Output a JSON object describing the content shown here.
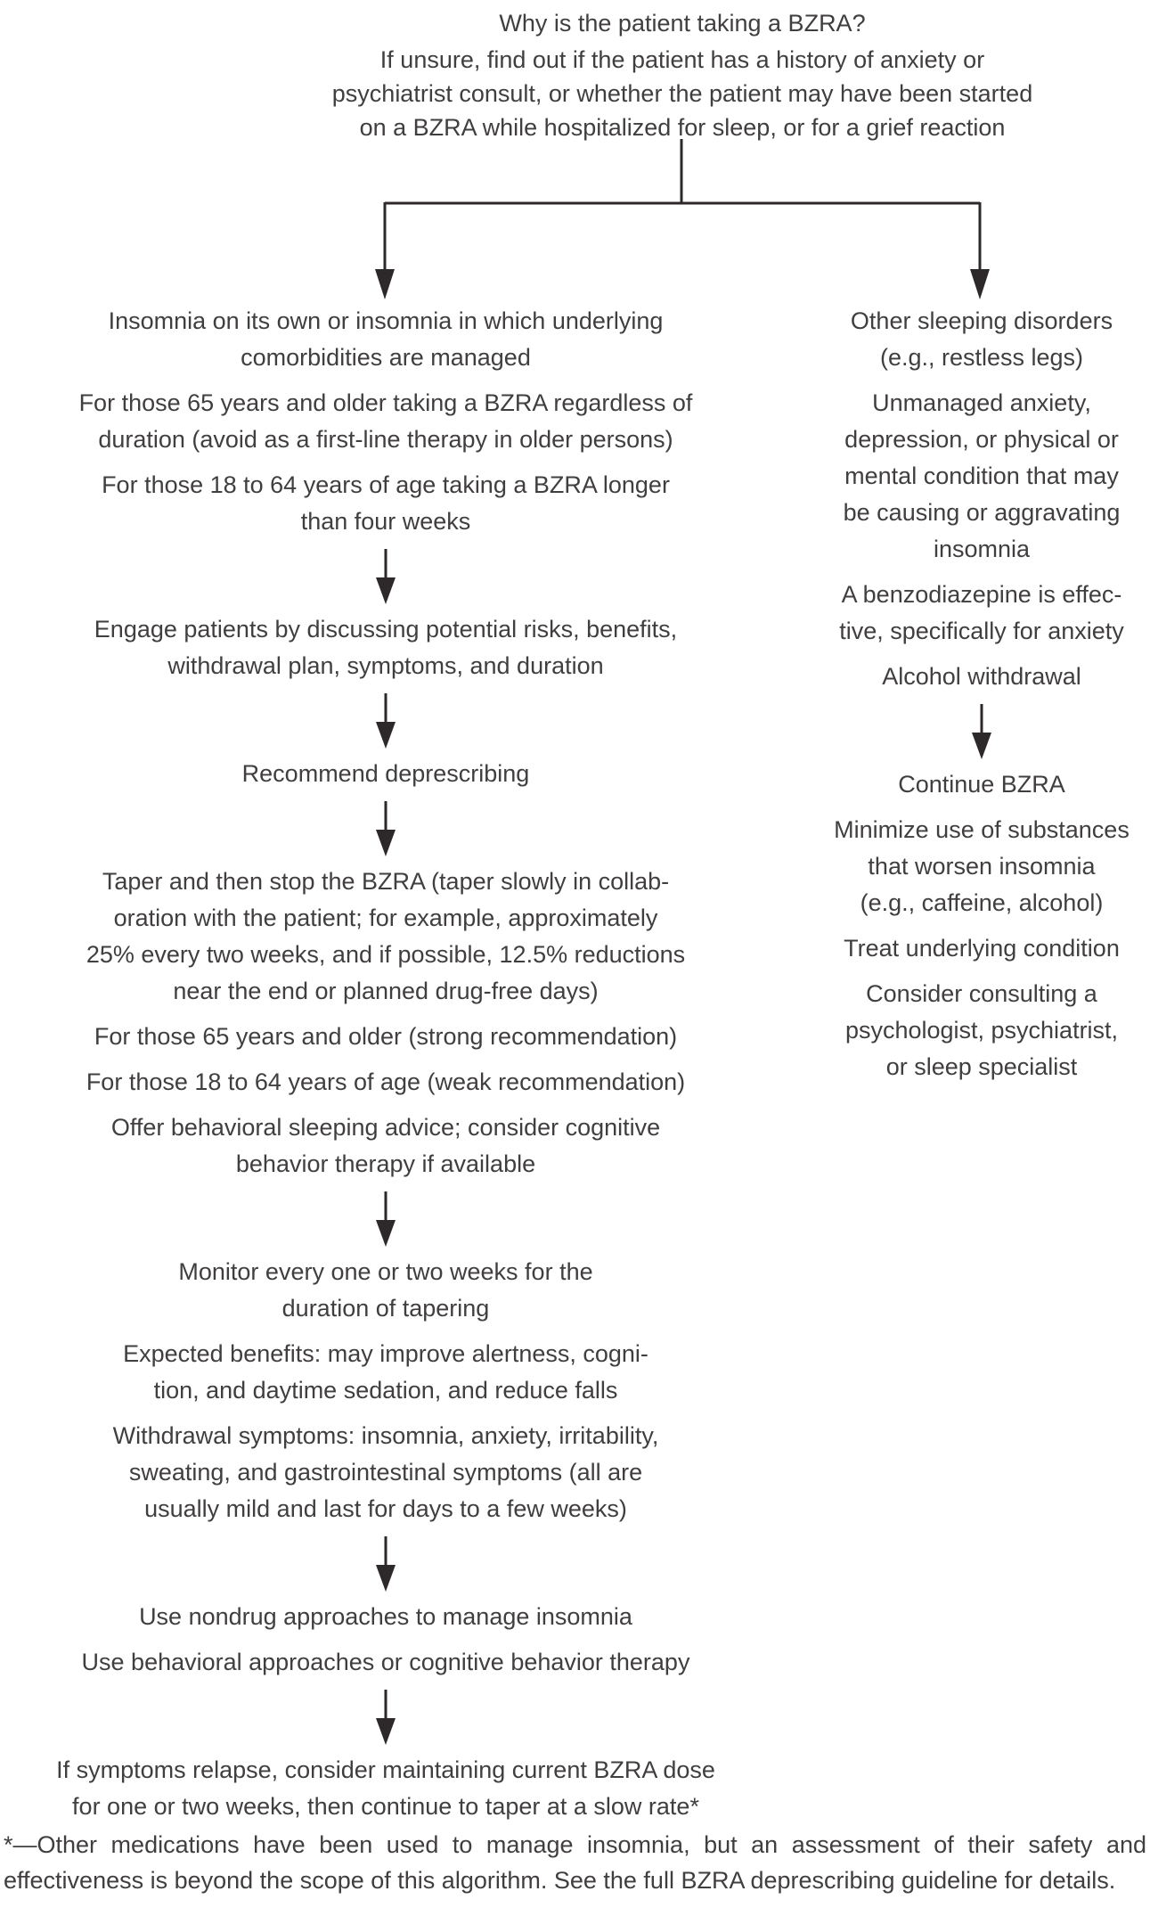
{
  "header": {
    "question": "Why is the patient taking a BZRA?",
    "intro": "If unsure, find out if the patient has a history of anxiety or\npsychiatrist consult, or whether the patient may have been started\non a BZRA while hospitalized for sleep, or for a grief reaction"
  },
  "left_branch": {
    "indications": [
      "Insomnia on its own or insomnia in which underlying\ncomorbidities are managed",
      "For those 65 years and older taking a BZRA regardless of\nduration (avoid as a first-line therapy in older persons)",
      "For those 18 to 64 years of age taking a BZRA longer\nthan four weeks"
    ],
    "engage": "Engage patients by discussing potential risks, benefits,\nwithdrawal plan, symptoms, and duration",
    "recommend": "Recommend deprescribing",
    "taper_steps": [
      "Taper and then stop the BZRA (taper slowly in collab-\noration with the patient; for example, approximately\n25% every two weeks, and if possible, 12.5% reductions\nnear the end or planned drug-free days)",
      "For those 65 years and older (strong recommendation)",
      "For those 18 to 64 years of age (weak recommendation)",
      "Offer behavioral sleeping advice; consider cognitive\nbehavior therapy if available"
    ],
    "monitor_steps": [
      "Monitor every one or two weeks for the\nduration of tapering",
      "Expected benefits: may improve alertness, cogni-\ntion, and daytime sedation, and reduce falls",
      "Withdrawal symptoms: insomnia, anxiety, irritability,\nsweating, and gastrointestinal symptoms (all are\nusually mild and last for days to a few weeks)"
    ],
    "nondrug_steps": [
      "Use nondrug approaches to manage insomnia",
      "Use behavioral approaches or cognitive behavior therapy"
    ],
    "relapse": "If symptoms relapse, consider maintaining current BZRA dose\nfor one or two weeks, then continue to taper at a slow rate*"
  },
  "right_branch": {
    "indications": [
      "Other sleeping disorders\n(e.g., restless legs)",
      "Unmanaged anxiety,\ndepression, or physical or\nmental condition that may\nbe causing or aggravating\ninsomnia",
      "A benzodiazepine is effec-\ntive, specifically for anxiety",
      "Alcohol withdrawal"
    ],
    "continue_steps": [
      "Continue BZRA",
      "Minimize use of substances\nthat worsen insomnia\n(e.g., caffeine, alcohol)",
      "Treat underlying condition",
      "Consider consulting a\npsychologist, psychiatrist,\nor sleep specialist"
    ]
  },
  "footnote": "*—Other medications have been used to manage insomnia, but an assessment of their safety and effectiveness is beyond the scope of this algorithm. See the full BZRA deprescribing guideline for details.",
  "colors": {
    "text": "#413e3f",
    "line": "#2d292b",
    "background": "#ffffff"
  }
}
